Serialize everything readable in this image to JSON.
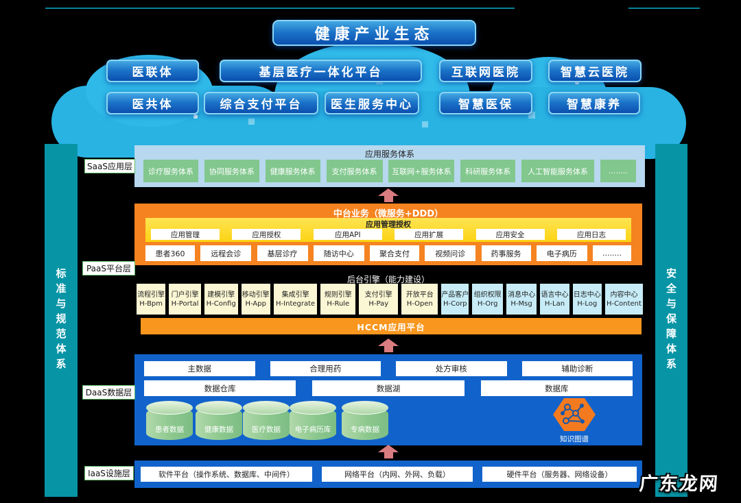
{
  "top": {
    "title": "健康产业生态",
    "row1": [
      "医联体",
      "基层医疗一体化平台",
      "互联网医院",
      "智慧云医院"
    ],
    "row2": [
      "医共体",
      "综合支付平台",
      "医生服务中心",
      "智慧医保",
      "智慧康养"
    ]
  },
  "pillars": {
    "left": "标准与规范体系",
    "right": "安全与保障体系"
  },
  "saas": {
    "label": "SaaS应用层",
    "title": "应用服务体系",
    "items": [
      "诊疗服务体系",
      "协同服务体系",
      "健康服务体系",
      "支付服务体系",
      "互联网+服务体系",
      "科研服务体系",
      "人工智能服务体系",
      "........"
    ]
  },
  "paas": {
    "label": "PaaS平台层",
    "mid_title": "中台业务（微服务+DDD）",
    "auth": {
      "title": "应用管理授权",
      "items": [
        "应用管理",
        "应用授权",
        "应用API",
        "应用扩展",
        "应用安全",
        "应用日志"
      ]
    },
    "business": [
      "患者360",
      "远程会诊",
      "基层诊疗",
      "随访中心",
      "聚合支付",
      "视频问诊",
      "药事服务",
      "电子病历",
      "........"
    ],
    "engine_title": "后台引擎（能力建设）",
    "engines": [
      {
        "name": "流程引擎",
        "code": "H-Bpm"
      },
      {
        "name": "门户引擎",
        "code": "H-Portal"
      },
      {
        "name": "建模引擎",
        "code": "H-Config"
      },
      {
        "name": "移动引擎",
        "code": "H-App"
      },
      {
        "name": "集成引擎",
        "code": "H-Integrate"
      },
      {
        "name": "规则引擎",
        "code": "H-Rule"
      },
      {
        "name": "支付引擎",
        "code": "H-Pay"
      },
      {
        "name": "开放平台",
        "code": "H-Open"
      },
      {
        "name": "产品客户",
        "code": "H-Corp"
      },
      {
        "name": "组织权限",
        "code": "H-Org"
      },
      {
        "name": "消息中心",
        "code": "H-Msg"
      },
      {
        "name": "语言中心",
        "code": "H-Lan"
      },
      {
        "name": "日志中心",
        "code": "H-Log"
      },
      {
        "name": "内容中心",
        "code": "H-Content"
      }
    ],
    "hccm": "HCCM应用平台"
  },
  "daas": {
    "label": "DaaS数据层",
    "services": [
      "主数据",
      "合理用药",
      "处方审核",
      "辅助诊断"
    ],
    "storage": [
      "数据仓库",
      "数据湖",
      "数据库"
    ],
    "databases": [
      "患者数据",
      "健康数据",
      "医疗数据",
      "电子病历库",
      "专病数据"
    ],
    "knowledge_graph": "知识图谱"
  },
  "iaas": {
    "label": "IaaS设施层",
    "items": [
      "软件平台（操作系统、数据库、中间件）",
      "网络平台（内网、外网、负载）",
      "硬件平台（服务器、网络设备）"
    ]
  },
  "watermark": "广东龙网",
  "colors": {
    "teal": "#0795a6",
    "cloud_blue": "#29b3e3",
    "button_blue": "#0b4fae",
    "saas_panel": "#b7d8ee",
    "green_box": "#82c78e",
    "orange": "#f58320",
    "hccm_orange": "#f8961d",
    "yellow": "#fbd314",
    "cream_box": "#fbf6d4",
    "engine_blue_box": "#c7ecf7",
    "data_blue": "#1163cb",
    "cylinder_green": "#8cc88e",
    "arrow_pink": "#db7c81",
    "hexagon_orange": "#f47a1f"
  }
}
